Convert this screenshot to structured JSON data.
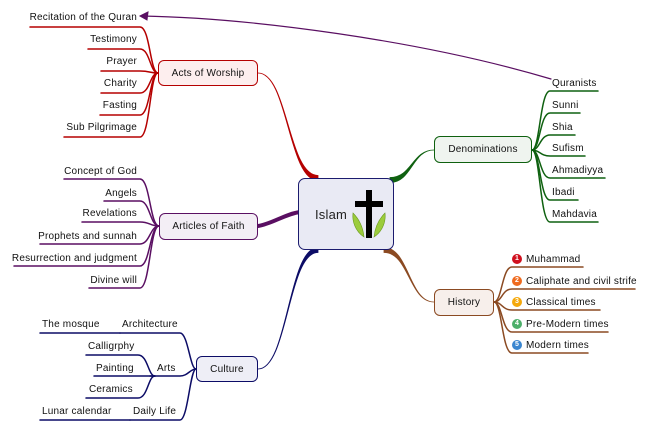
{
  "central": {
    "label": "Islam",
    "icon": "cross-with-wheat-icon"
  },
  "colors": {
    "worship": "#b50000",
    "faith": "#5a0f62",
    "culture": "#0c0c66",
    "denominations": "#0f6110",
    "history": "#8b4a22",
    "relation": "#5a0f62"
  },
  "branches": {
    "worship": {
      "label": "Acts of Worship",
      "children": [
        "Recitation of the Quran",
        "Testimony",
        "Prayer",
        "Charity",
        "Fasting",
        "Sub Pilgrimage"
      ]
    },
    "faith": {
      "label": "Articles of Faith",
      "children": [
        "Concept of God",
        "Angels",
        "Revelations",
        "Prophets and sunnah",
        "Resurrection and judgment",
        "Divine will"
      ]
    },
    "culture": {
      "label": "Culture",
      "architecture": {
        "label": "Architecture",
        "children": [
          "The mosque"
        ]
      },
      "arts": {
        "label": "Arts",
        "children": [
          "Calligrphy",
          "Painting",
          "Ceramics"
        ]
      },
      "daily_life": {
        "label": "Daily Life",
        "children": [
          "Lunar calendar"
        ]
      }
    },
    "denominations": {
      "label": "Denominations",
      "children": [
        "Quranists",
        "Sunni",
        "Shia",
        "Sufism",
        "Ahmadiyya",
        "Ibadi",
        "Mahdavia"
      ]
    },
    "history": {
      "label": "History",
      "children": [
        {
          "num": "1",
          "color": "#d0101e",
          "label": "Muhammad"
        },
        {
          "num": "2",
          "color": "#ef6a1e",
          "label": "Caliphate and civil strife"
        },
        {
          "num": "3",
          "color": "#f5a80a",
          "label": "Classical times"
        },
        {
          "num": "4",
          "color": "#4caf6a",
          "label": "Pre-Modern times"
        },
        {
          "num": "5",
          "color": "#3a86d0",
          "label": "Modern times"
        }
      ]
    }
  }
}
